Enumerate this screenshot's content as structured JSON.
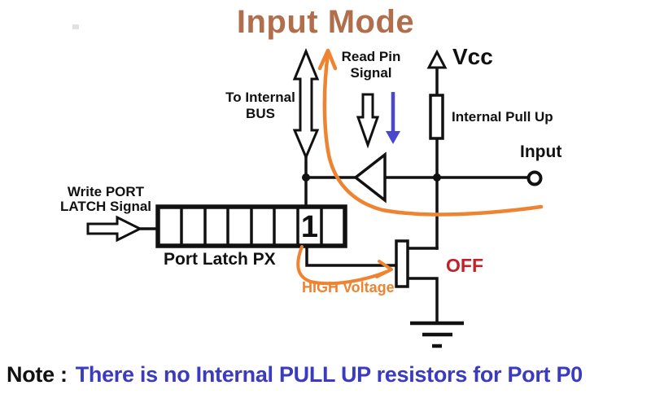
{
  "title": "Input Mode",
  "colors": {
    "title_brown": "#b06e4c",
    "wire_black": "#111111",
    "orange_accent": "#ee8331",
    "blue_arrow": "#4747d1",
    "note_blue": "#3b3bbf",
    "off_red": "#c2212a"
  },
  "labels": {
    "vcc": "Vcc",
    "read_pin_line1": "Read Pin",
    "read_pin_line2": "Signal",
    "bus_line1": "To Internal",
    "bus_line2": "BUS",
    "pull_up": "Internal Pull Up",
    "input": "Input",
    "write_latch_line1": "Write PORT",
    "write_latch_line2": "LATCH Signal",
    "port_latch": "Port Latch PX",
    "high_voltage": "HIGH Voltage",
    "transistor_state": "OFF"
  },
  "latch": {
    "cells": 8,
    "bit_value": "1",
    "bit_cell_index": 7
  },
  "note": {
    "prefix": "Note :",
    "text": "There is no Internal PULL UP resistors for Port P0"
  }
}
